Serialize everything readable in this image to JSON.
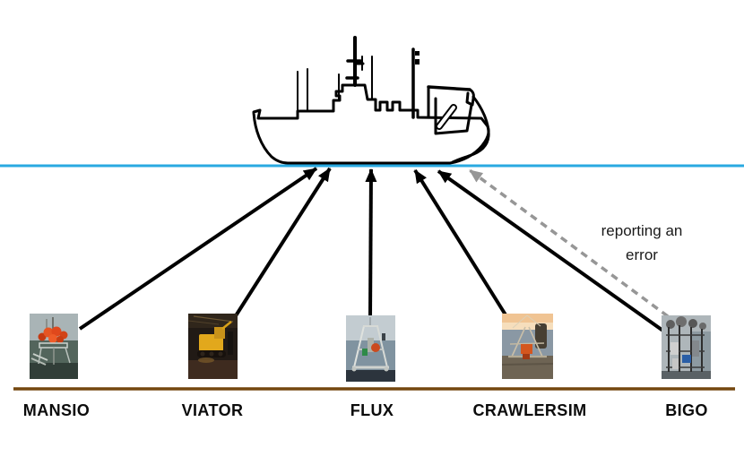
{
  "figure": {
    "annotation": "reporting an\nerror"
  },
  "instruments": [
    {
      "id": "mansio",
      "label": "MANSIO"
    },
    {
      "id": "viator",
      "label": "VIATOR"
    },
    {
      "id": "flux",
      "label": "FLUX"
    },
    {
      "id": "crawlersim",
      "label": "CRAWLERSIM"
    },
    {
      "id": "bigo",
      "label": "BIGO"
    }
  ],
  "colors": {
    "water_line": "#29A9E1",
    "seafloor_line": "#74470F",
    "arrow": "#000000",
    "error_arrow": "#969696",
    "ship_outline": "#000000",
    "text": "#0b0b0b"
  }
}
